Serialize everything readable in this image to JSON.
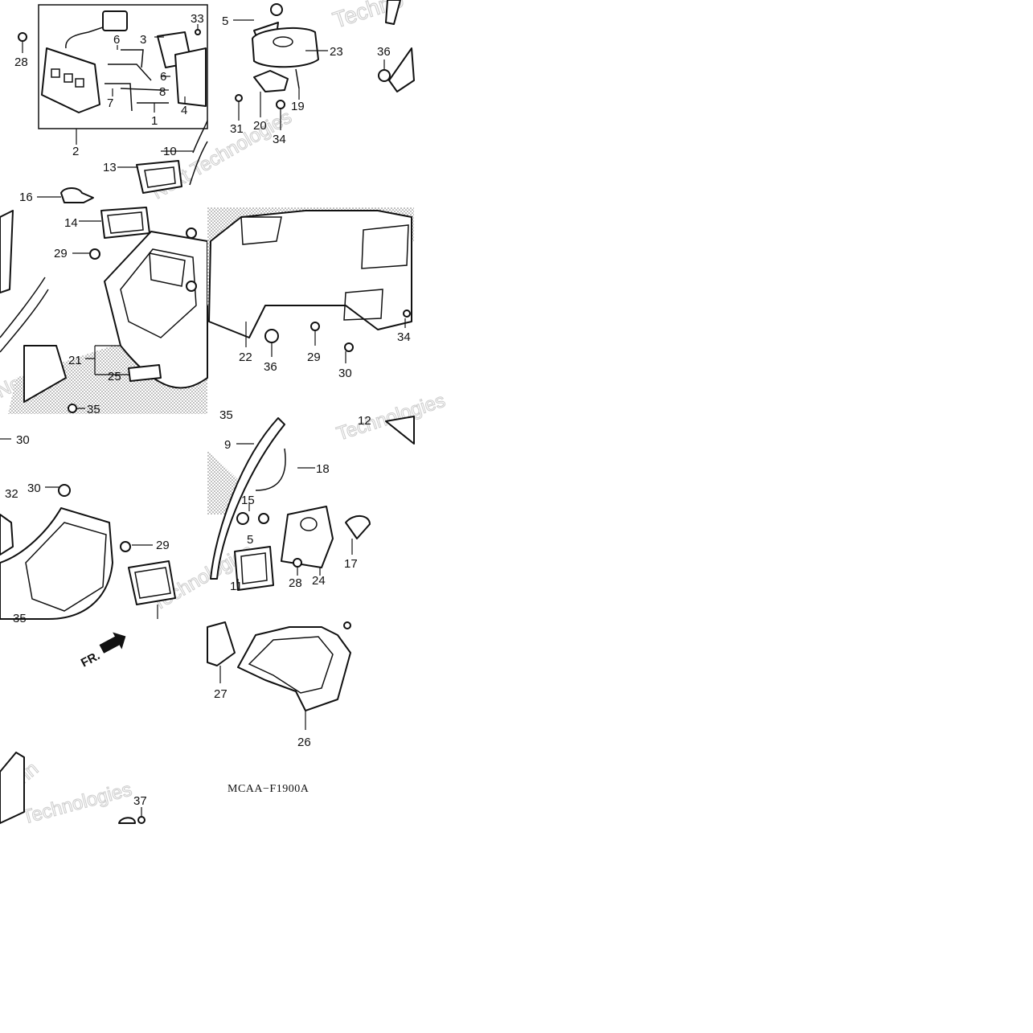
{
  "diagram": {
    "drawing_code": "MCAA−F1900A",
    "direction_marker": "FR.",
    "watermarks": [
      "Techno",
      "Technologies",
      "Next",
      "Techn",
      "Next Technologies",
      "Technologies",
      "Technologies"
    ],
    "callouts": {
      "c28a": "28",
      "c6a": "6",
      "c3": "3",
      "c33": "33",
      "c6b": "6",
      "c8": "8",
      "c7": "7",
      "c1": "1",
      "c4": "4",
      "c2": "2",
      "c10": "10",
      "c13": "13",
      "c16": "16",
      "c5a": "5",
      "c23": "23",
      "c36a": "36",
      "c19": "19",
      "c31": "31",
      "c20": "20",
      "c34a": "34",
      "c14": "14",
      "c29a": "29",
      "c21": "21",
      "c25": "25",
      "c35a": "35",
      "c22": "22",
      "c36b": "36",
      "c29b": "29",
      "c30a": "30",
      "c34b": "34",
      "c35b": "35",
      "c30b": "30",
      "c32": "32",
      "c30c": "30",
      "c29c": "29",
      "c35c": "35",
      "c9": "9",
      "c12": "12",
      "c18": "18",
      "c15": "15",
      "c5b": "5",
      "c17": "17",
      "c11": "11",
      "c28b": "28",
      "c24": "24",
      "c27": "27",
      "c26": "26",
      "c37": "37"
    }
  }
}
